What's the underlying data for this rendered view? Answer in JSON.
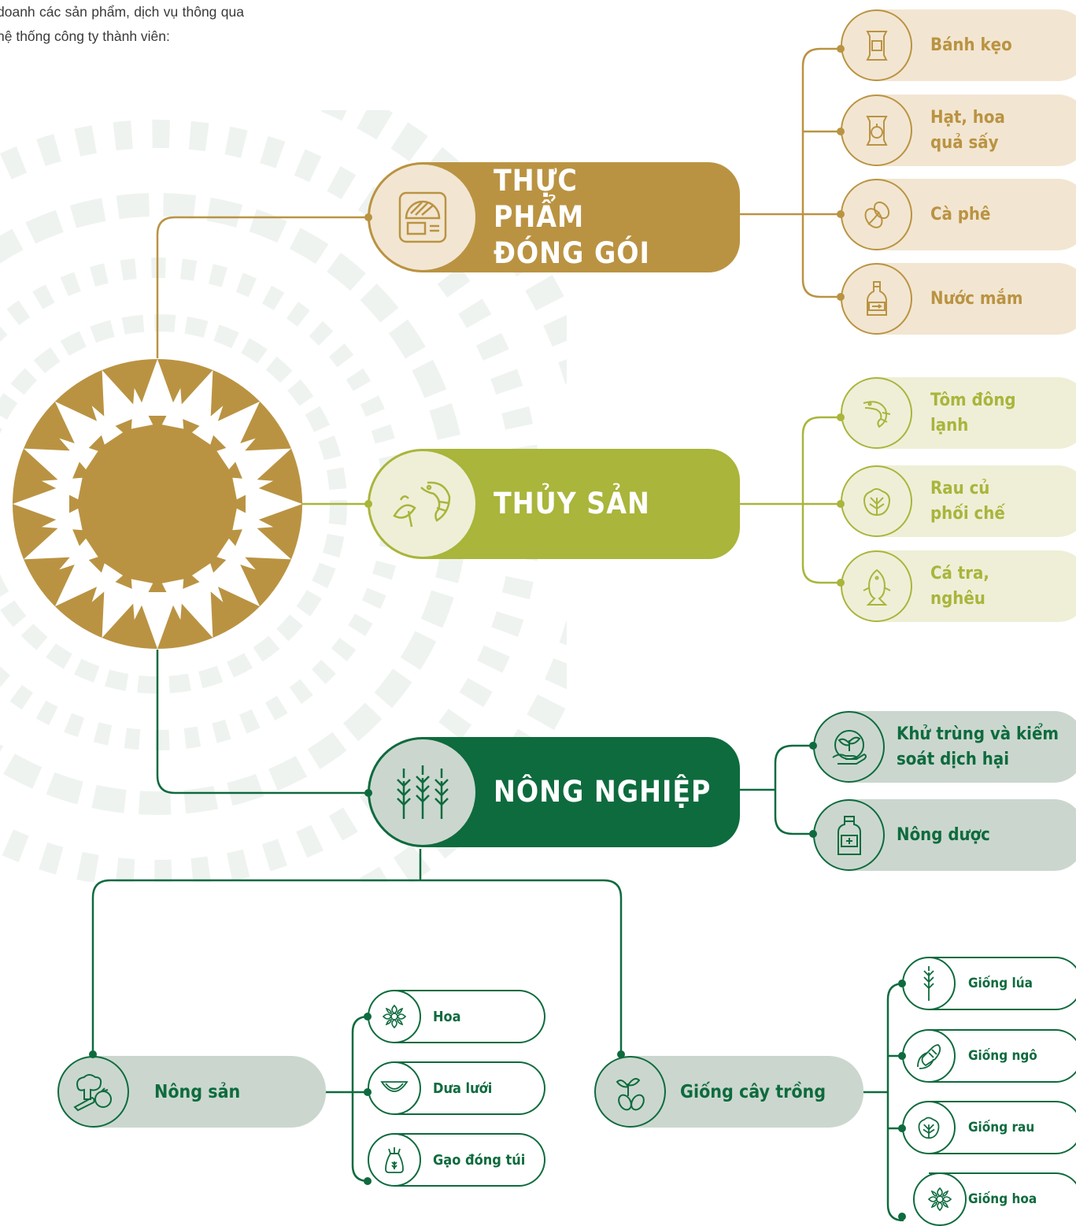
{
  "intro_text": "doanh các sản phẩm, dịch vụ thông qua hệ thống công ty thành viên:",
  "colors": {
    "gold": "#BA9342",
    "gold_light": "#F2E6D2",
    "olive": "#A9B53B",
    "olive_light": "#EFEFD8",
    "green": "#0E6B3E",
    "green_light": "#CBD7CE"
  },
  "packaged_food": {
    "title": "THỰC PHẨM ĐÓNG GÓI",
    "items": [
      {
        "label": "Bánh kẹo",
        "icon": "candy-bag-icon"
      },
      {
        "label": "Hạt, hoa quả sấy",
        "icon": "dried-fruit-bag-icon"
      },
      {
        "label": "Cà phê",
        "icon": "coffee-bean-icon"
      },
      {
        "label": "Nước mắm",
        "icon": "fish-sauce-bottle-icon"
      }
    ]
  },
  "seafood": {
    "title": "THỦY SẢN",
    "items": [
      {
        "label": "Tôm đông lạnh",
        "icon": "shrimp-icon"
      },
      {
        "label": "Rau củ phối chế",
        "icon": "cabbage-icon"
      },
      {
        "label": "Cá tra, nghêu",
        "icon": "fish-icon"
      }
    ]
  },
  "agriculture": {
    "title": "NÔNG NGHIỆP",
    "items": [
      {
        "label": "Khử trùng và kiểm soát dịch hại",
        "icon": "sprout-hand-icon"
      },
      {
        "label": "Nông dược",
        "icon": "pesticide-bottle-icon"
      }
    ],
    "agri_products": {
      "title": "Nông sản",
      "items": [
        {
          "label": "Hoa",
          "icon": "flower-icon"
        },
        {
          "label": "Dưa lưới",
          "icon": "melon-icon"
        },
        {
          "label": "Gạo đóng túi",
          "icon": "rice-bag-icon"
        }
      ]
    },
    "seeds": {
      "title": "Giống cây trồng",
      "items": [
        {
          "label": "Giống lúa",
          "icon": "rice-stalk-icon"
        },
        {
          "label": "Giống ngô",
          "icon": "corn-icon"
        },
        {
          "label": "Giống rau",
          "icon": "cabbage-icon"
        },
        {
          "label": "Giống hoa",
          "icon": "flower-icon"
        }
      ]
    }
  }
}
